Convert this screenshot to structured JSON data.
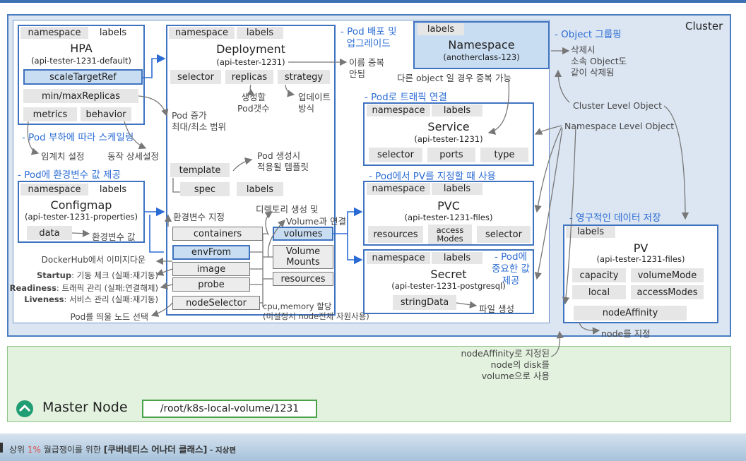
{
  "cluster": {
    "label": "Cluster"
  },
  "hpa": {
    "ns": "namespace",
    "labels": "labels",
    "title": "HPA",
    "sub": "(api-tester-1231-default)",
    "scale": "scaleTargetRef",
    "minmax": "min/maxReplicas",
    "metrics": "metrics",
    "behavior": "behavior"
  },
  "deployment": {
    "ns": "namespace",
    "labels": "labels",
    "title": "Deployment",
    "sub": "(api-tester-1231)",
    "selector": "selector",
    "replicas": "replicas",
    "strategy": "strategy",
    "template": "template",
    "spec": "spec",
    "spec_labels": "labels",
    "containers": "containers",
    "envFrom": "envFrom",
    "image": "image",
    "probe": "probe",
    "nodeSelector": "nodeSelector",
    "volumes": "volumes",
    "volumeMounts": "Volume\nMounts",
    "resources": "resources"
  },
  "configmap": {
    "ns": "namespace",
    "labels": "labels",
    "title": "Configmap",
    "sub": "(api-tester-1231-properties)",
    "data": "data"
  },
  "namespace_obj": {
    "labels": "labels",
    "title": "Namespace",
    "sub": "(anotherclass-123)"
  },
  "service": {
    "ns": "namespace",
    "labels": "labels",
    "title": "Service",
    "sub": "(api-tester-1231)",
    "selector": "selector",
    "ports": "ports",
    "type": "type"
  },
  "pvc": {
    "ns": "namespace",
    "labels": "labels",
    "title": "PVC",
    "sub": "(api-tester-1231-files)",
    "resources": "resources",
    "access": "access\nModes",
    "selector": "selector"
  },
  "secret": {
    "ns": "namespace",
    "labels": "labels",
    "title": "Secret",
    "sub": "(api-tester-1231-postgresql)",
    "stringData": "stringData"
  },
  "pv": {
    "labels": "labels",
    "title": "PV",
    "sub": "(api-tester-1231-files)",
    "capacity": "capacity",
    "volumeMode": "volumeMode",
    "local": "local",
    "accessModes": "accessModes",
    "nodeAffinity": "nodeAffinity"
  },
  "headings": {
    "hpa": "- Pod 부하에 따라 스케일링",
    "configmap": "- Pod에 환경변수 값 제공",
    "deploy": "- Pod 배포 및\n  업그레이드",
    "namespace": "- Object 그룹핑",
    "service": "- Pod로 트래픽 연결",
    "pvc": "- Pod에서 PV를 지정할 때 사용",
    "secret": "- Pod에\n중요한 값\n제공",
    "pv": "- 영구적인 데이터 저장"
  },
  "notes": {
    "threshold": "임계치 설정",
    "detail": "동작 상세설정",
    "pod_range": "Pod 증가\n최대/최소 범위",
    "dup": "이름 중복\n안됨",
    "diff_obj": "다른 object 일 경우 중복 가능",
    "pod_count": "생성할\nPod갯수",
    "update": "업데이트\n방식",
    "delete": "삭제시\n소속 Object도\n같이 삭제됨",
    "cluster_level": "Cluster Level Object",
    "ns_level": "Namespace Level Object",
    "tpl": "Pod 생성시\n적용될 템플릿",
    "env_value": "환경변수 값",
    "env_set": "환경변수 지정",
    "dir": "디렉토리 생성 및",
    "vol_conn": "Volume과 연결",
    "dockerhub": "DockerHub에서 이미지다운",
    "startup_k": "Startup",
    "startup_v": ": 기동 체크 (실패:재기동)",
    "readiness_k": "Readiness",
    "readiness_v": ": 트래픽 관리 (실패:연결해제)",
    "liveness_k": "Liveness",
    "liveness_v": ": 서비스 관리 (실패:재기동)",
    "node_select": "Pod를 띄울 노드 선택",
    "cpu": "cpu,memory 할당\n(미설정시 node전체 자원사용)",
    "file": "파일 생성",
    "node_assign": "node를 지정",
    "affinity_note": "nodeAffinity로 지정된\nnode의 disk를\nvolume으로 사용"
  },
  "master": {
    "label": "Master Node",
    "path": "/root/k8s-local-volume/1231"
  },
  "footer": {
    "pre": "상위 ",
    "pct": "1%",
    "mid": " 월급쟁이를 위한 ",
    "bold": "[쿠버네티스 어나더 클래스]",
    "suffix": " - 지상편"
  },
  "colors": {
    "accent": "#2b6cd4",
    "panel_border": "#3f73c0",
    "cluster_bg": "#dce6f2",
    "node_bg": "#e3f1df",
    "highlight": "#c9ddf2"
  }
}
